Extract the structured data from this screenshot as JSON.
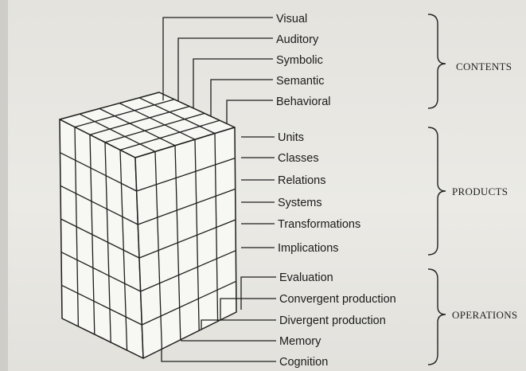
{
  "contents": {
    "group_label": "CONTENTS",
    "items": [
      "Visual",
      "Auditory",
      "Symbolic",
      "Semantic",
      "Behavioral"
    ]
  },
  "products": {
    "group_label": "PRODUCTS",
    "items": [
      "Units",
      "Classes",
      "Relations",
      "Systems",
      "Transformations",
      "Implications"
    ]
  },
  "operations": {
    "group_label": "OPERATIONS",
    "items": [
      "Evaluation",
      "Convergent production",
      "Divergent production",
      "Memory",
      "Cognition"
    ]
  },
  "cube": {
    "divisions_per_edge": {
      "contents": 5,
      "products": 6,
      "operations": 5
    }
  },
  "colors": {
    "ink": "#1e1e1e",
    "cube_face": "#f7f7f4",
    "paper": "#e8e7e2"
  }
}
